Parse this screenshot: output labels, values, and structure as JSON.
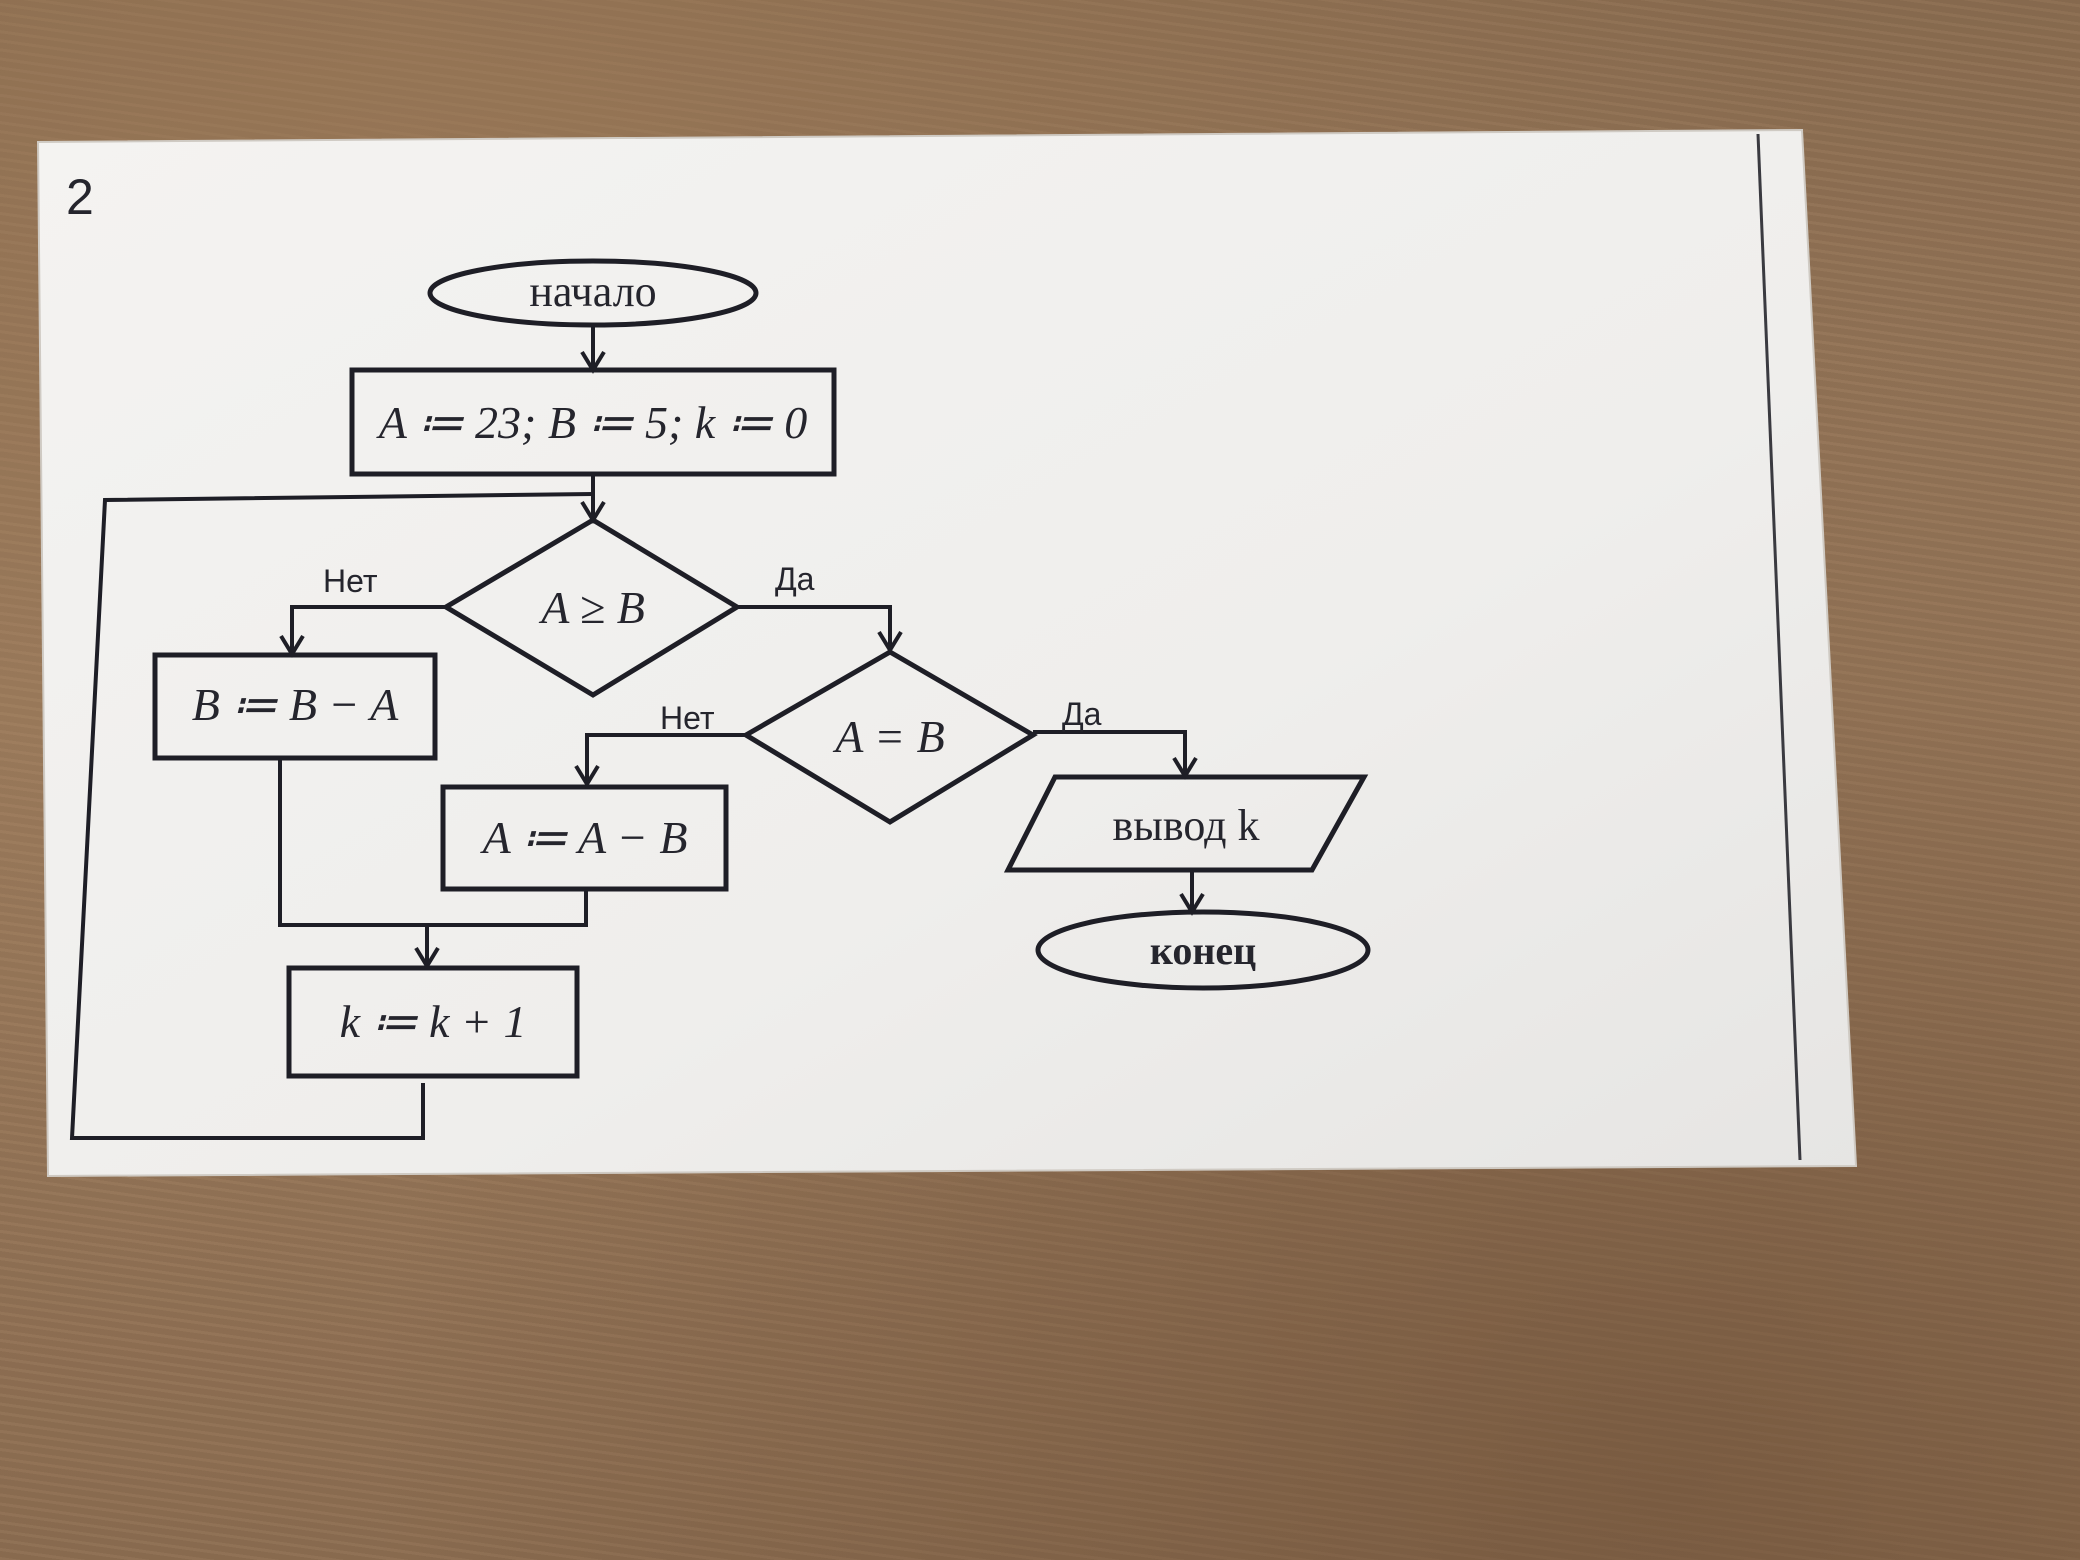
{
  "task_number": "2",
  "nodes": {
    "start": "начало",
    "init": "A ≔ 23; B ≔ 5; k ≔ 0",
    "cond_ge": "A ≥ B",
    "cond_eq": "A = B",
    "assign_b": "B ≔ B − A",
    "assign_a": "A ≔ A − B",
    "increment": "k ≔ k + 1",
    "output": "вывод k",
    "end": "конец"
  },
  "edge_labels": {
    "ge_no": "Нет",
    "ge_yes": "Да",
    "eq_no": "Нет",
    "eq_yes": "Да"
  }
}
